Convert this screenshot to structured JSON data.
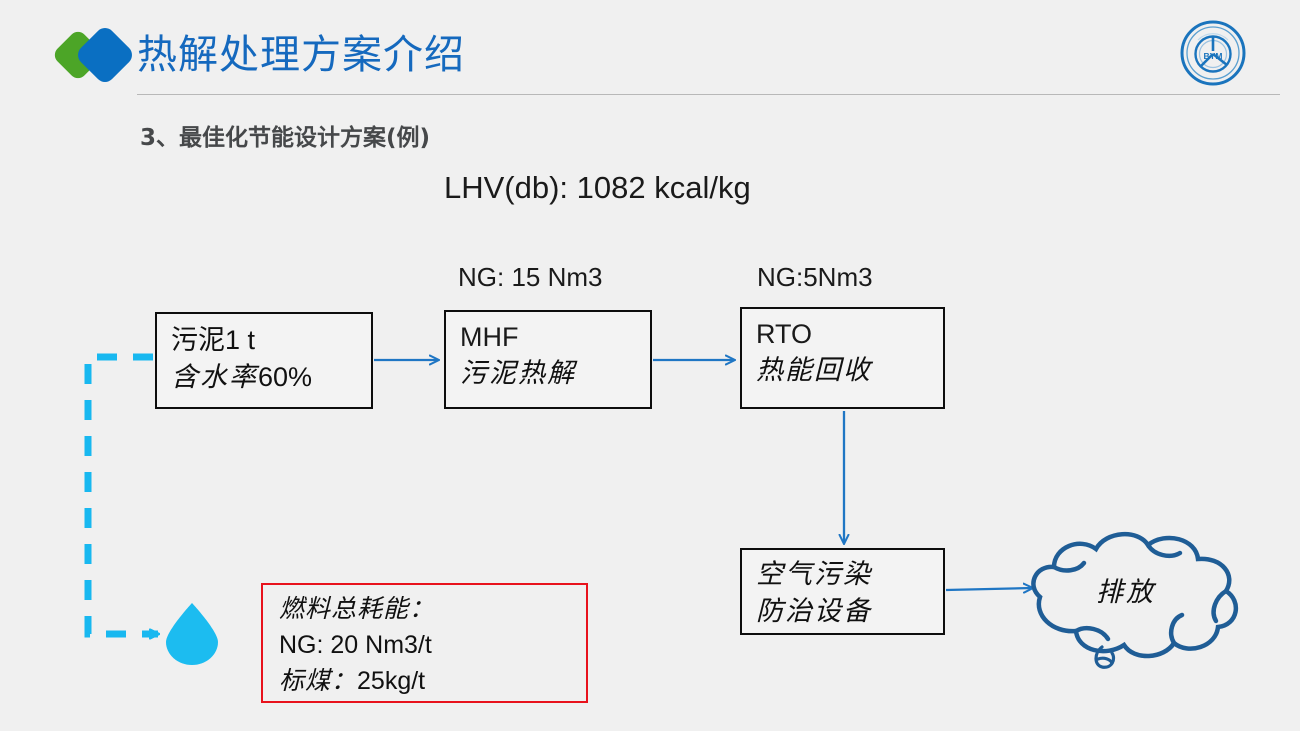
{
  "header": {
    "title": "热解处理方案介绍",
    "title_color": "#1569be",
    "logo_green": "#4ca527",
    "logo_blue": "#0a6fc2",
    "corp_logo_text": "BYM",
    "corp_logo_color": "#1a74bd"
  },
  "subtitle": "3、最佳化节能设计方案(例)",
  "headline": {
    "lhv": "LHV(db): 1082 kcal/kg"
  },
  "annotations": {
    "ng_mhf": "NG: 15 Nm3",
    "ng_rto": "NG:5Nm3"
  },
  "boxes": {
    "sludge": {
      "line1": "污泥1 t",
      "line2_cjk": "含水率",
      "line2_num": "60%"
    },
    "mhf": {
      "line1": "MHF",
      "line2": "污泥热解"
    },
    "rto": {
      "line1": "RTO",
      "line2": "热能回收"
    },
    "apc": {
      "line1": "空气污染",
      "line2": "防治设备"
    }
  },
  "callout": {
    "line1": "燃料总耗能：",
    "line2": "NG: 20 Nm3/t",
    "line3_cjk": "标煤：",
    "line3_val": "25kg/t",
    "border_color": "#e8121c"
  },
  "cloud": {
    "label": "排放",
    "stroke_color": "#1f5d96"
  },
  "flow": {
    "arrow_color": "#1f76c4",
    "recycle_color": "#18b8f0",
    "drop_color": "#1cbcf0"
  }
}
